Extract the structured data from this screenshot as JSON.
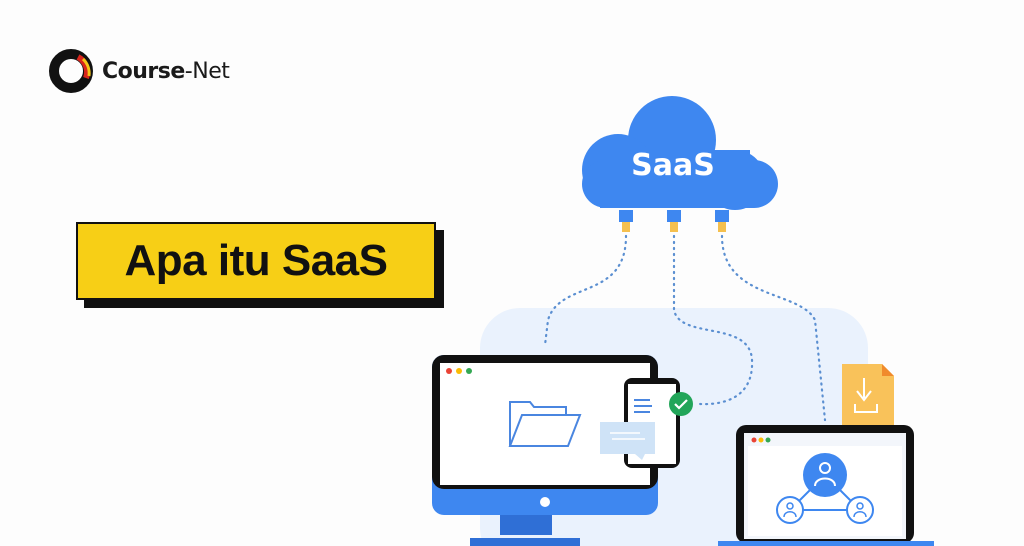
{
  "brand": {
    "name_bold": "Course",
    "name_rest": "-Net",
    "colors": {
      "ring": "#111111",
      "accent_red": "#d9251c",
      "accent_yellow": "#f5c518"
    }
  },
  "headline": {
    "text": "Apa itu SaaS",
    "bg": "#f7cf16",
    "shadow": "#111111"
  },
  "illustration": {
    "cloud": {
      "label": "SaaS",
      "color": "#3e87f0"
    },
    "connectors": 3,
    "desktop": {
      "window_dots": [
        "#ea4335",
        "#fbbc05",
        "#34a853"
      ],
      "icon": "folder-icon"
    },
    "phone": {
      "icons": [
        "document-lines-icon",
        "chat-bubble-icon",
        "check-circle-icon"
      ]
    },
    "laptop": {
      "window_dots": [
        "#ea4335",
        "#fbbc05",
        "#34a853"
      ],
      "icon": "user-network-icon"
    },
    "file": {
      "icon": "download-file-icon",
      "color": "#f9c25a"
    },
    "background_panel": "#eaf2fd"
  }
}
